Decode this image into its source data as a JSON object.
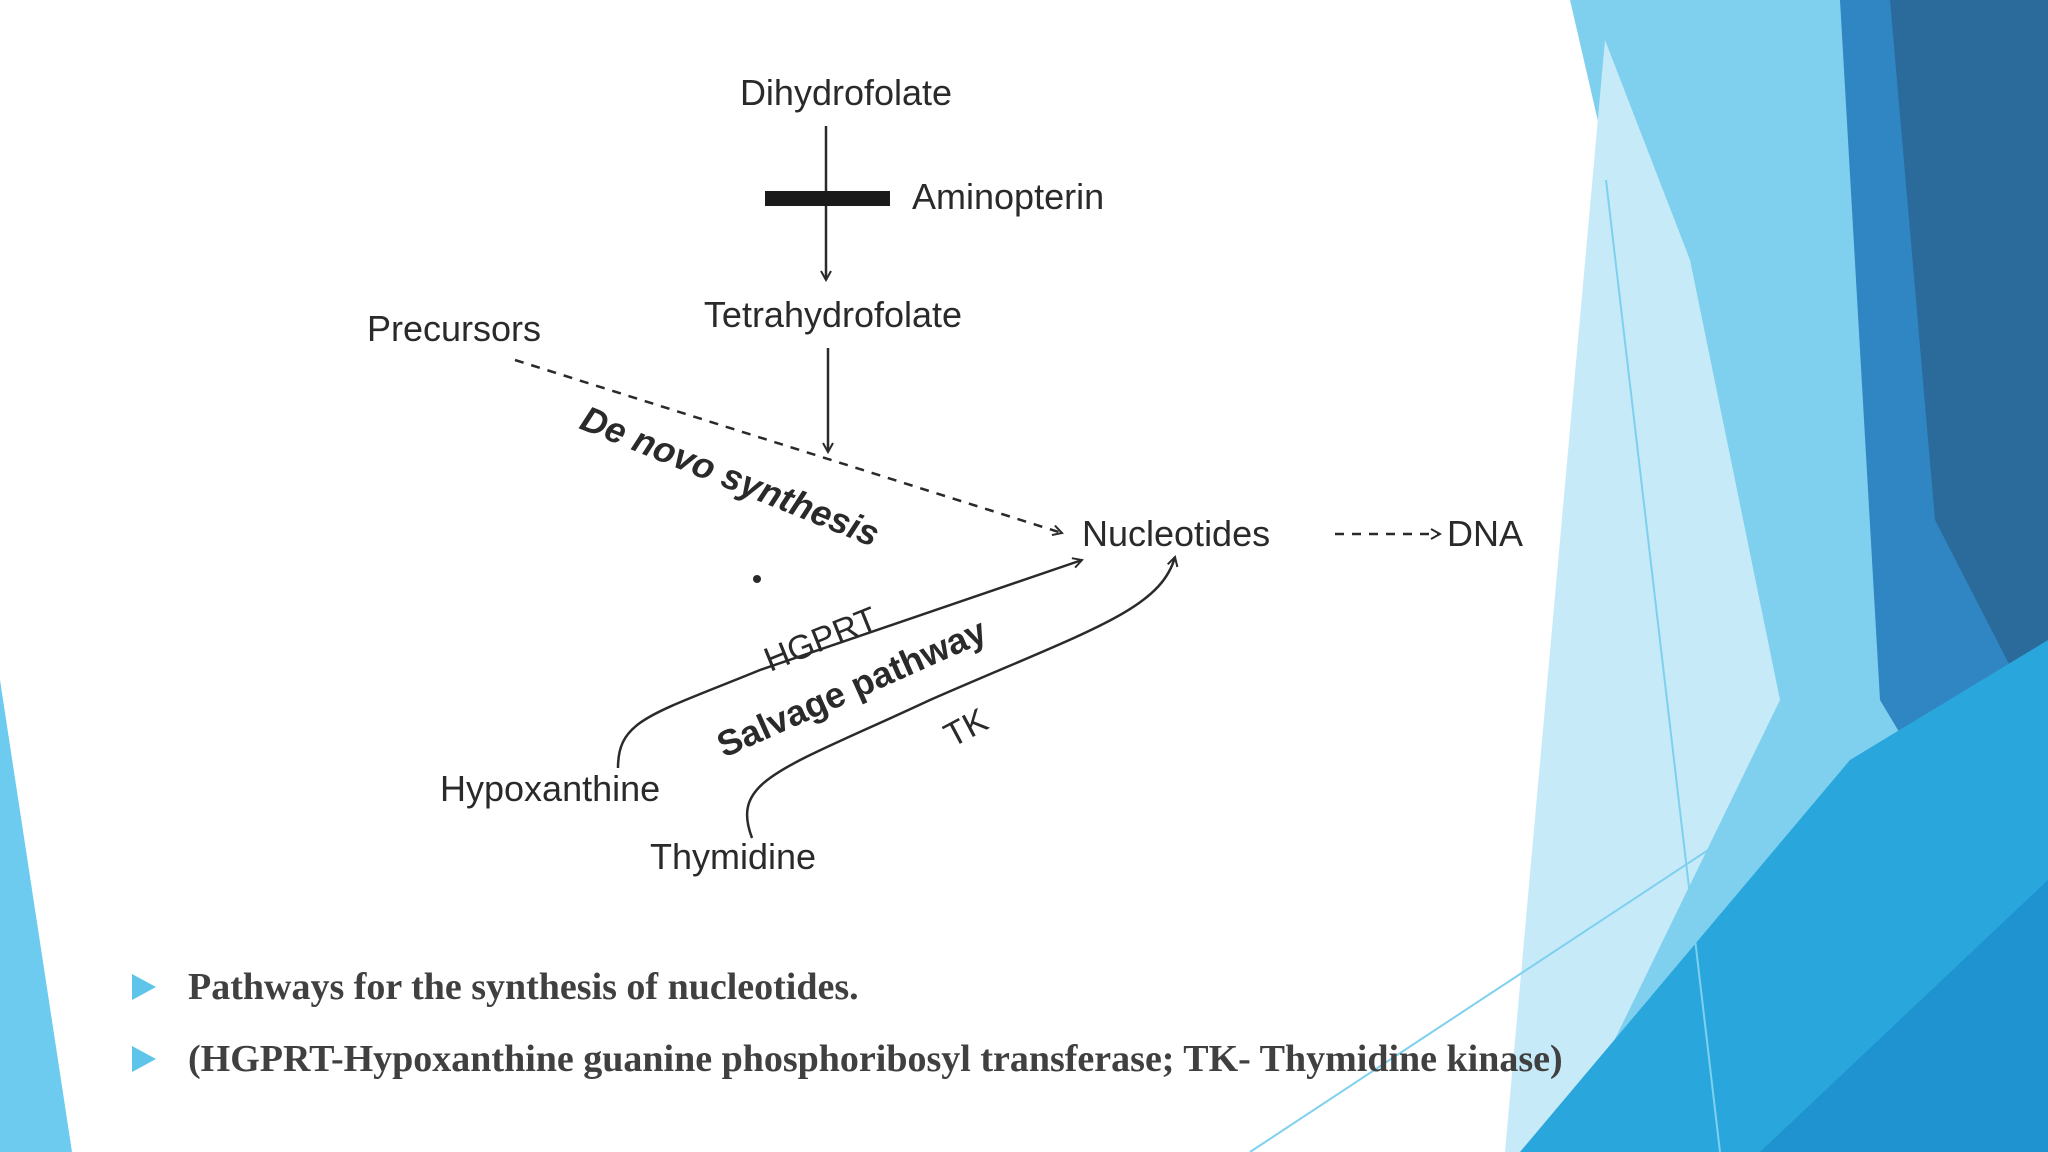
{
  "diagram": {
    "nodes": {
      "dihydrofolate": "Dihydrofolate",
      "aminopterin": "Aminopterin",
      "tetrahydrofolate": "Tetrahydrofolate",
      "precursors": "Precursors",
      "nucleotides": "Nucleotides",
      "dna": "DNA",
      "hypoxanthine": "Hypoxanthine",
      "thymidine": "Thymidine"
    },
    "edge_labels": {
      "de_novo": "De novo synthesis",
      "hgprt": "HGPRT",
      "salvage": "Salvage pathway",
      "tk": "TK"
    }
  },
  "bullets": [
    "Pathways for the synthesis of nucleotides.",
    "(HGPRT-Hypoxanthine guanine phosphoribosyl transferase; TK- Thymidine kinase)"
  ],
  "colors": {
    "accent": "#5ec4ea",
    "text": "#404040",
    "blue_dark": "#2a6b9c",
    "blue_mid": "#2f86c2",
    "blue_light": "#7fd0ef"
  }
}
